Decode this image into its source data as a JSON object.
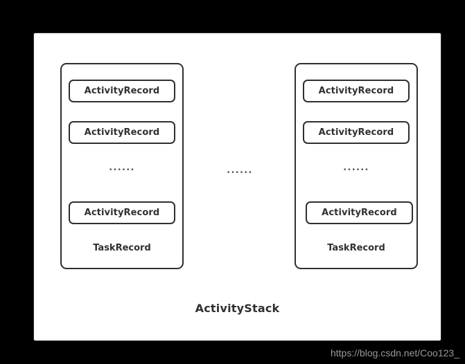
{
  "diagram": {
    "title": "ActivityStack",
    "ellipsis_between_tasks": "......",
    "task_records": [
      {
        "label": "TaskRecord",
        "activity_records": [
          {
            "label": "ActivityRecord"
          },
          {
            "label": "ActivityRecord"
          },
          {
            "label": "ActivityRecord"
          }
        ],
        "ellipsis": "......"
      },
      {
        "label": "TaskRecord",
        "activity_records": [
          {
            "label": "ActivityRecord"
          },
          {
            "label": "ActivityRecord"
          },
          {
            "label": "ActivityRecord"
          }
        ],
        "ellipsis": "......"
      }
    ]
  },
  "watermark": {
    "text": "https://blog.csdn.net/Coo123_"
  },
  "colors": {
    "background": "#000000",
    "panel": "#ffffff",
    "stroke": "#2f2f2f",
    "text": "#303030",
    "watermark": "#9a9a9a"
  }
}
